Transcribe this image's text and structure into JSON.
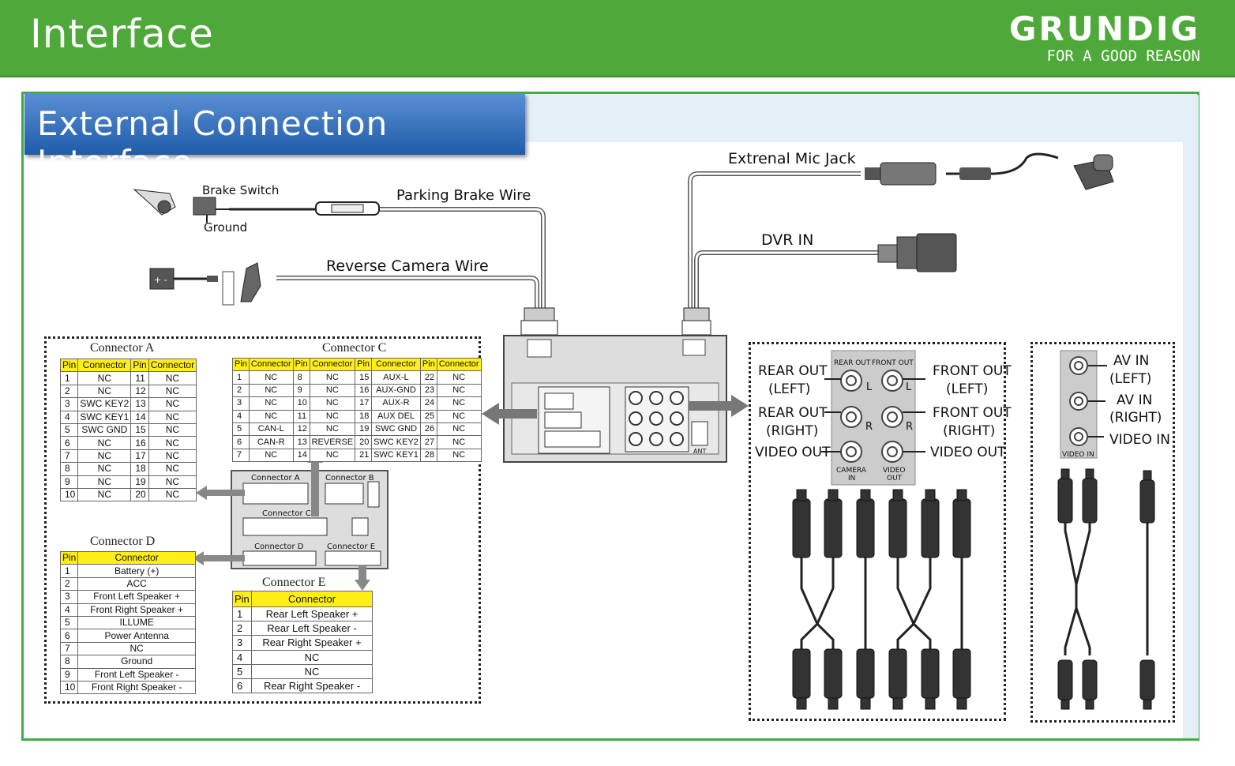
{
  "header": {
    "title": "Interface",
    "brand": "GRUNDIG",
    "tagline": "FOR A GOOD REASON"
  },
  "section": {
    "title": "External Connection Interface"
  },
  "wires": {
    "brake_switch": "Brake Switch",
    "ground": "Ground",
    "parking_brake": "Parking Brake Wire",
    "reverse_camera": "Reverse Camera Wire",
    "mic_jack": "Extrenal Mic Jack",
    "dvr_in": "DVR IN"
  },
  "unit": {
    "ant": "ANT",
    "mini_labels": [
      "Connector A",
      "Connector B",
      "Connector C",
      "Connector D",
      "Connector E"
    ]
  },
  "connector_a": {
    "title": "Connector A",
    "headers": [
      "Pin",
      "Connector",
      "Pin",
      "Connector"
    ],
    "rows": [
      [
        "1",
        "NC",
        "11",
        "NC"
      ],
      [
        "2",
        "NC",
        "12",
        "NC"
      ],
      [
        "3",
        "SWC KEY2",
        "13",
        "NC"
      ],
      [
        "4",
        "SWC KEY1",
        "14",
        "NC"
      ],
      [
        "5",
        "SWC GND",
        "15",
        "NC"
      ],
      [
        "6",
        "NC",
        "16",
        "NC"
      ],
      [
        "7",
        "NC",
        "17",
        "NC"
      ],
      [
        "8",
        "NC",
        "18",
        "NC"
      ],
      [
        "9",
        "NC",
        "19",
        "NC"
      ],
      [
        "10",
        "NC",
        "20",
        "NC"
      ]
    ]
  },
  "connector_c": {
    "title": "Connector C",
    "headers": [
      "Pin",
      "Connector",
      "Pin",
      "Connector",
      "Pin",
      "Connector",
      "Pin",
      "Connector"
    ],
    "rows": [
      [
        "1",
        "NC",
        "8",
        "NC",
        "15",
        "AUX-L",
        "22",
        "NC"
      ],
      [
        "2",
        "NC",
        "9",
        "NC",
        "16",
        "AUX-GND",
        "23",
        "NC"
      ],
      [
        "3",
        "NC",
        "10",
        "NC",
        "17",
        "AUX-R",
        "24",
        "NC"
      ],
      [
        "4",
        "NC",
        "11",
        "NC",
        "18",
        "AUX DEL",
        "25",
        "NC"
      ],
      [
        "5",
        "CAN-L",
        "12",
        "NC",
        "19",
        "SWC GND",
        "26",
        "NC"
      ],
      [
        "6",
        "CAN-R",
        "13",
        "REVERSE",
        "20",
        "SWC KEY2",
        "27",
        "NC"
      ],
      [
        "7",
        "NC",
        "14",
        "NC",
        "21",
        "SWC KEY1",
        "28",
        "NC"
      ]
    ]
  },
  "connector_d": {
    "title": "Connector D",
    "headers": [
      "Pin",
      "Connector"
    ],
    "rows": [
      [
        "1",
        "Battery (+)"
      ],
      [
        "2",
        "ACC"
      ],
      [
        "3",
        "Front Left Speaker +"
      ],
      [
        "4",
        "Front Right Speaker +"
      ],
      [
        "5",
        "ILLUME"
      ],
      [
        "6",
        "Power Antenna"
      ],
      [
        "7",
        "NC"
      ],
      [
        "8",
        "Ground"
      ],
      [
        "9",
        "Front Left Speaker -"
      ],
      [
        "10",
        "Front Right Speaker -"
      ]
    ]
  },
  "connector_e": {
    "title": "Connector E",
    "headers": [
      "Pin",
      "Connector"
    ],
    "rows": [
      [
        "1",
        "Rear Left Speaker +"
      ],
      [
        "2",
        "Rear Left Speaker -"
      ],
      [
        "3",
        "Rear Right Speaker +"
      ],
      [
        "4",
        "NC"
      ],
      [
        "5",
        "NC"
      ],
      [
        "6",
        "Rear Right Speaker -"
      ]
    ]
  },
  "rca": {
    "rear_out_left": [
      "REAR OUT",
      "(LEFT)"
    ],
    "front_out_left": [
      "FRONT OUT",
      "(LEFT)"
    ],
    "rear_out_right": [
      "REAR OUT",
      "(RIGHT)"
    ],
    "front_out_right": [
      "FRONT OUT",
      "(RIGHT)"
    ],
    "video_out_left": "VIDEO OUT",
    "video_out_right": "VIDEO OUT",
    "panel_rear_out": "REAR OUT",
    "panel_front_out": "FRONT OUT",
    "camera_in": [
      "CAMERA",
      "IN"
    ],
    "video_out_small": [
      "VIDEO",
      "OUT"
    ],
    "l": "L",
    "r": "R"
  },
  "av": {
    "av_in_left": [
      "AV IN",
      "(LEFT)"
    ],
    "av_in_right": [
      "AV IN",
      "(RIGHT)"
    ],
    "video_in": "VIDEO IN",
    "panel_video_in": "VIDEO IN"
  }
}
